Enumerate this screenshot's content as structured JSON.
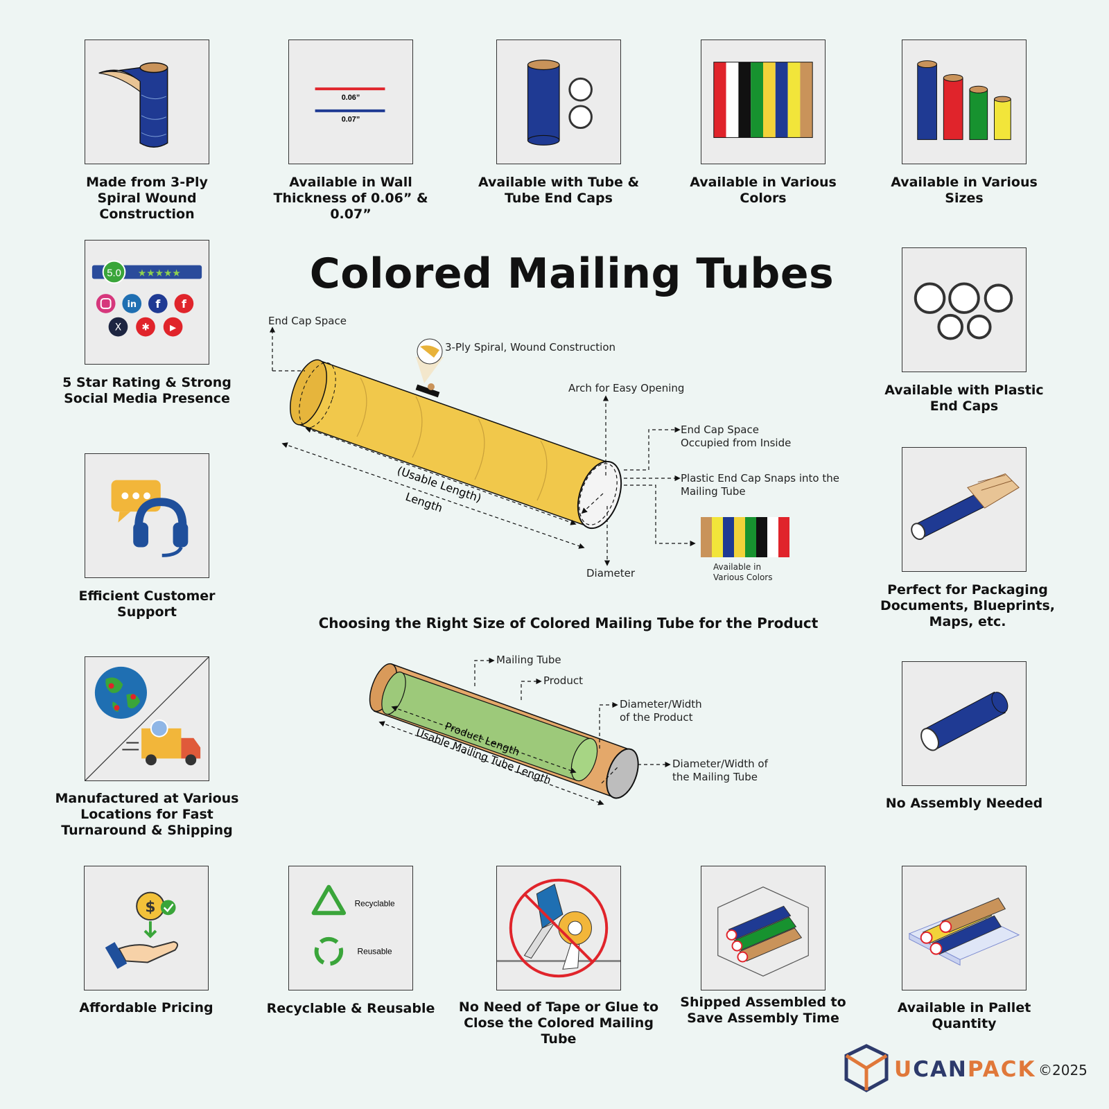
{
  "title": "Colored Mailing Tubes",
  "subtitle": "Choosing the Right Size of Colored Mailing Tube for the Product",
  "features": {
    "ply": "Made from 3-Ply Spiral Wound Construction",
    "wall": "Available in Wall Thickness of 0.06” & 0.07”",
    "caps": "Available with Tube & Tube End Caps",
    "colors": "Available in Various Colors",
    "sizes": "Available in Various Sizes",
    "rating": "5 Star Rating & Strong Social Media Presence",
    "plastic": "Available with Plastic End Caps",
    "support": "Efficient Customer Support",
    "documents": "Perfect for Packaging Documents, Blueprints, Maps, etc.",
    "locations": "Manufactured at Various Locations for Fast Turnaround & Shipping",
    "assembly": "No Assembly Needed",
    "pricing": "Affordable Pricing",
    "recycle": "Recyclable & Reusable",
    "tape": "No Need of Tape or Glue to Close the Colored Mailing Tube",
    "shipped": "Shipped Assembled to Save Assembly Time",
    "pallet": "Available in Pallet Quantity"
  },
  "wall_values": {
    "top": "0.06”",
    "bottom": "0.07”"
  },
  "rating_value": "5.0",
  "recycle_labels": {
    "recyclable": "Recyclable",
    "reusable": "Reusable"
  },
  "diagram1": {
    "end_cap_space": "End Cap Space",
    "construction": "3-Ply Spiral, Wound Construction",
    "arch": "Arch for Easy Opening",
    "occupied_1": "End Cap Space",
    "occupied_2": "Occupied from Inside",
    "snaps_1": "Plastic End Cap Snaps into the",
    "snaps_2": "Mailing Tube",
    "usable": "(Usable Length)",
    "length": "Length",
    "diameter": "Diameter",
    "colors_1": "Available in",
    "colors_2": "Various Colors"
  },
  "diagram2": {
    "mailing_tube": "Mailing Tube",
    "product": "Product",
    "dia_product_1": "Diameter/Width",
    "dia_product_2": "of the Product",
    "dia_tube_1": "Diameter/Width of",
    "dia_tube_2": "the Mailing Tube",
    "product_length": "Product Length",
    "usable_length": "Usable Mailing Tube Length"
  },
  "brand": {
    "part1": "U",
    "part2": "CAN",
    "part3": "PACK",
    "year": "©2025"
  },
  "colors": {
    "navy": "#1f3a93",
    "red": "#e0242b",
    "green": "#17922f",
    "yellow": "#f2d23a",
    "kraft": "#c9935a",
    "black": "#111111",
    "white": "#ffffff",
    "tube_yellow": "#f1c84b"
  }
}
